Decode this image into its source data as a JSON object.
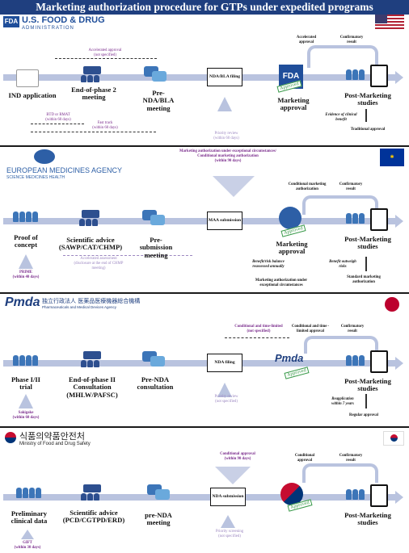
{
  "title": "Marketing authorization procedure for GTPs under expedited programs",
  "colors": {
    "title_bg": "#1f3f7f",
    "arrow": "#b9c3df",
    "blue": "#3c75b8",
    "purple": "#7a2c8c",
    "lavender": "#9b86c0",
    "green": "#3a9a4a"
  },
  "us": {
    "agency_abbr": "FDA",
    "agency_name": "U.S. FOOD & DRUG",
    "agency_sub": "ADMINISTRATION",
    "accelerated": "Accelerated approval",
    "not_specified": "(not specified)",
    "accelerated_approval": "Accelerated approval",
    "confirmatory_result": "Confirmatory result",
    "ind": "IND application",
    "eop2": "End-of-phase 2 meeting",
    "prebla": "Pre-NDA/BLA meeting",
    "filing": "NDA/BLA filing",
    "priority": "Priority review",
    "priority_days": "(within 60 days)",
    "approved": "Approved",
    "marketing": "Marketing approval",
    "post": "Post-Marketing studies",
    "btd": "BTD or RMAT",
    "btd_days": "(within 60 days)",
    "fast": "Fast track",
    "fast_days": "(within 60 days)",
    "evidence": "Evidence of clinical benefit",
    "traditional": "Traditional approval"
  },
  "eu": {
    "agency_name": "EUROPEAN MEDICINES AGENCY",
    "agency_sub": "SCIENCE   MEDICINES   HEALTH",
    "except1": "Marketing authorization under exceptional circumstances/",
    "except2": "Conditional marketing authorization",
    "except_days": "(within 90 days)",
    "cond_auth": "Conditional marketing authorization",
    "confirmatory_result": "Confirmatory result",
    "proof": "Proof of concept",
    "advice": "Scientific advice (SAWP/CAT/CHMP)",
    "presub": "Pre-submission meeting",
    "maa": "MAA submission",
    "approved": "Approved",
    "marketing": "Marketing approval",
    "post": "Post-Marketing studies",
    "prime": "PRIME",
    "prime_days": "(within 40 days)",
    "accel": "Accelerated assessment",
    "accel_note": "(disclosure at the end of CHMP meeting)",
    "benefit_balance": "Benefit/risk balance reassessed annually",
    "except_note": "Marketing authorization under exceptional circumstances",
    "benefit_out": "Benefit outweigh risks",
    "standard": "Standard marketing authorization"
  },
  "jp": {
    "agency_logo": "Pmda",
    "agency_name": "独立行政法人 医薬品医療機器総合機構",
    "agency_sub": "Pharmaceuticals and Medical Devices Agency",
    "cond_time": "Conditional and time-limited",
    "not_specified": "(not specified)",
    "cond_time_approval": "Conditional and time -limited approval",
    "confirmatory_result": "Confirmatory result",
    "phase": "Phase I/II trial",
    "eop": "End-of-phase II Consultation (MHLW/PAFSC)",
    "prenda": "Pre-NDA consultation",
    "filing": "NDA filing",
    "priority": "Priority review",
    "priority_days": "(not specified)",
    "approved": "Approved",
    "post": "Post-Marketing studies",
    "sakigake": "Sakigake",
    "sakigake_days": "(within 60 days)",
    "reapp": "Reapplication within 7 years",
    "regular": "Regular approval"
  },
  "kr": {
    "agency_name": "식품의약품안전처",
    "agency_sub": "Ministry of Food and Drug Safety",
    "cond": "Conditional approval",
    "cond_days": "(within 90 days)",
    "cond_approval": "Conditional approval",
    "confirmatory_result": "Confirmatory result",
    "prelim": "Preliminary clinical data",
    "advice": "Scientific advice (PCD/CGTPD/ERD)",
    "prenda": "pre-NDA meeting",
    "submission": "NDA submission",
    "priority": "Priority screening",
    "priority_days": "(not specified)",
    "approved": "Approved",
    "post": "Post-Marketing studies",
    "gift": "GIFT",
    "gift_days": "(within 30 days)"
  }
}
